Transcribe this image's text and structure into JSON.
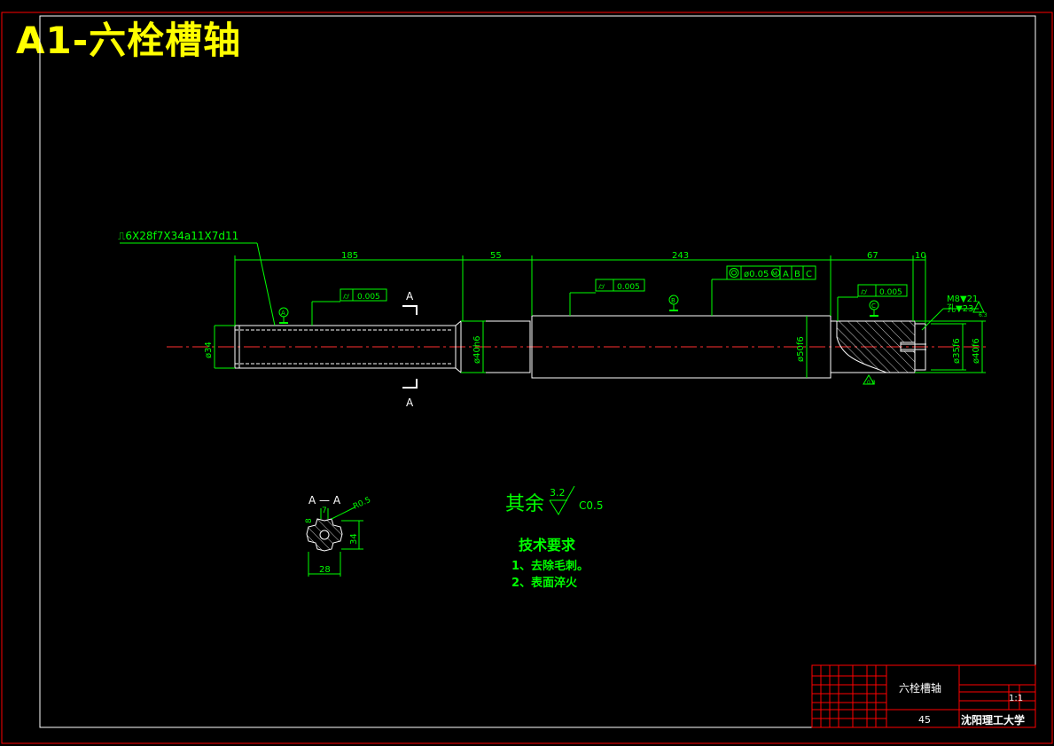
{
  "sheet_title": "A1-六栓槽轴",
  "spline_callout": "⎍6X28f7X34a11X7d11",
  "dimensions": {
    "len_1": "185",
    "len_2": "55",
    "len_3": "243",
    "len_4": "67",
    "len_5": "10",
    "dia_1": "ø34",
    "dia_2": "ø40h6",
    "dia_3": "ø50f6",
    "dia_4": "ø35f6",
    "dia_5": "ø40f6"
  },
  "tolerance_frames": {
    "cyl_1": "0.005",
    "cyl_2": "0.005",
    "cyl_3": "0.005",
    "coax_value": "ø0.05",
    "coax_mod": "M",
    "datum_a": "A",
    "datum_b": "B",
    "datum_c": "C"
  },
  "datums": {
    "a": "A",
    "b": "B",
    "c": "C"
  },
  "section_marks": {
    "top": "A",
    "bottom": "A"
  },
  "thread_note": {
    "line1": "M8▼21",
    "line2": "孔▼23",
    "surface": "6.3"
  },
  "surface_bottom": "0.8",
  "section_view": {
    "label": "A — A",
    "dim_r": "R0.5",
    "dim_7": "7",
    "dim_8": "8",
    "dim_34": "34",
    "dim_28": "28"
  },
  "roughness_note": {
    "prefix": "其余",
    "value": "3.2",
    "chamfer": "C0.5"
  },
  "technical_requirements": {
    "heading": "技术要求",
    "item_1": "1、去除毛刺。",
    "item_2": "2、表面淬火"
  },
  "title_block": {
    "part_name": "六栓槽轴",
    "material": "45",
    "scale": "1:1",
    "school": "沈阳理工大学"
  },
  "colors": {
    "background": "#000000",
    "frame": "#ff0000",
    "geometry": "#ffffff",
    "annotation": "#00ff00",
    "centerline": "#ff0000",
    "title": "#ffff00"
  }
}
